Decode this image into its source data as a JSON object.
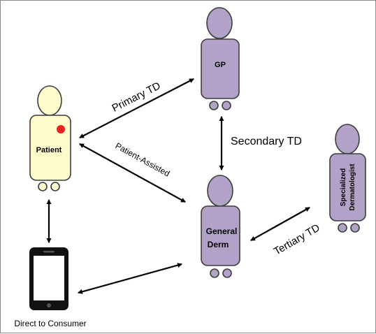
{
  "colors": {
    "purple": "#b3a2c7",
    "patient_fill": "#fdfacb",
    "outline": "#3d3d3d",
    "red_dot": "#e52421",
    "phone": "#111111",
    "screen": "#ffffff",
    "arrow": "#000000"
  },
  "figures": {
    "patient": {
      "label": "Patient",
      "color": "patient_fill"
    },
    "gp": {
      "label": "GP",
      "color": "purple"
    },
    "general": {
      "label_line1": "General",
      "label_line2": "Derm",
      "color": "purple"
    },
    "specialized": {
      "label_line1": "Specialized",
      "label_line2": "Dermatologist",
      "color": "purple"
    }
  },
  "connections": {
    "primary": "Primary TD",
    "patient_assisted": "Patient-Assisted",
    "secondary": "Secondary TD",
    "tertiary": "Tertiary TD",
    "direct": "Direct to Consumer"
  },
  "icons": {
    "phone": "smartphone-icon",
    "indicator": "lesion-dot"
  }
}
